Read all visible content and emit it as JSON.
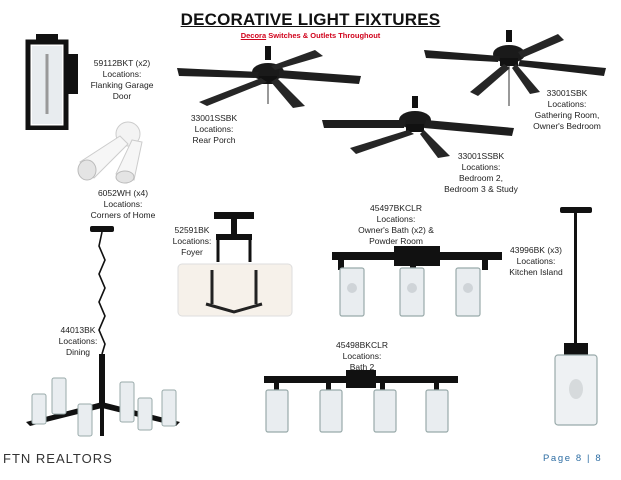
{
  "header": {
    "title": "DECORATIVE LIGHT FIXTURES",
    "subtitle_brand": "Decora",
    "subtitle_rest": " Switches & Outlets Throughout"
  },
  "fixtures": [
    {
      "model": "59112BKT (x2)",
      "loc_heading": "Locations:",
      "loc1": "Flanking Garage",
      "loc2": "Door"
    },
    {
      "model": "33001SSBK",
      "loc_heading": "Locations:",
      "loc1": "Rear Porch"
    },
    {
      "model": "33001SBK",
      "loc_heading": "Locations:",
      "loc1": "Gathering Room,",
      "loc2": "Owner's Bedroom"
    },
    {
      "model": "33001SSBK",
      "loc_heading": "Locations:",
      "loc1": "Bedroom 2,",
      "loc2": "Bedroom 3 & Study"
    },
    {
      "model": "6052WH (x4)",
      "loc_heading": "Locations:",
      "loc1": "Corners of Home"
    },
    {
      "model": "52591BK",
      "loc_heading": "Locations:",
      "loc1": "Foyer"
    },
    {
      "model": "45497BKCLR",
      "loc_heading": "Locations:",
      "loc1": "Owner's Bath (x2) &",
      "loc2": "Powder Room"
    },
    {
      "model": "43996BK (x3)",
      "loc_heading": "Locations:",
      "loc1": "Kitchen Island"
    },
    {
      "model": "44013BK",
      "loc_heading": "Locations:",
      "loc1": "Dining"
    },
    {
      "model": "45498BKCLR",
      "loc_heading": "Locations:",
      "loc1": "Bath 2"
    }
  ],
  "footer": {
    "brand": "FTN REALTORS",
    "page_word": "Page",
    "page_num": "8",
    "page_sep": "|",
    "page_total": "8"
  }
}
